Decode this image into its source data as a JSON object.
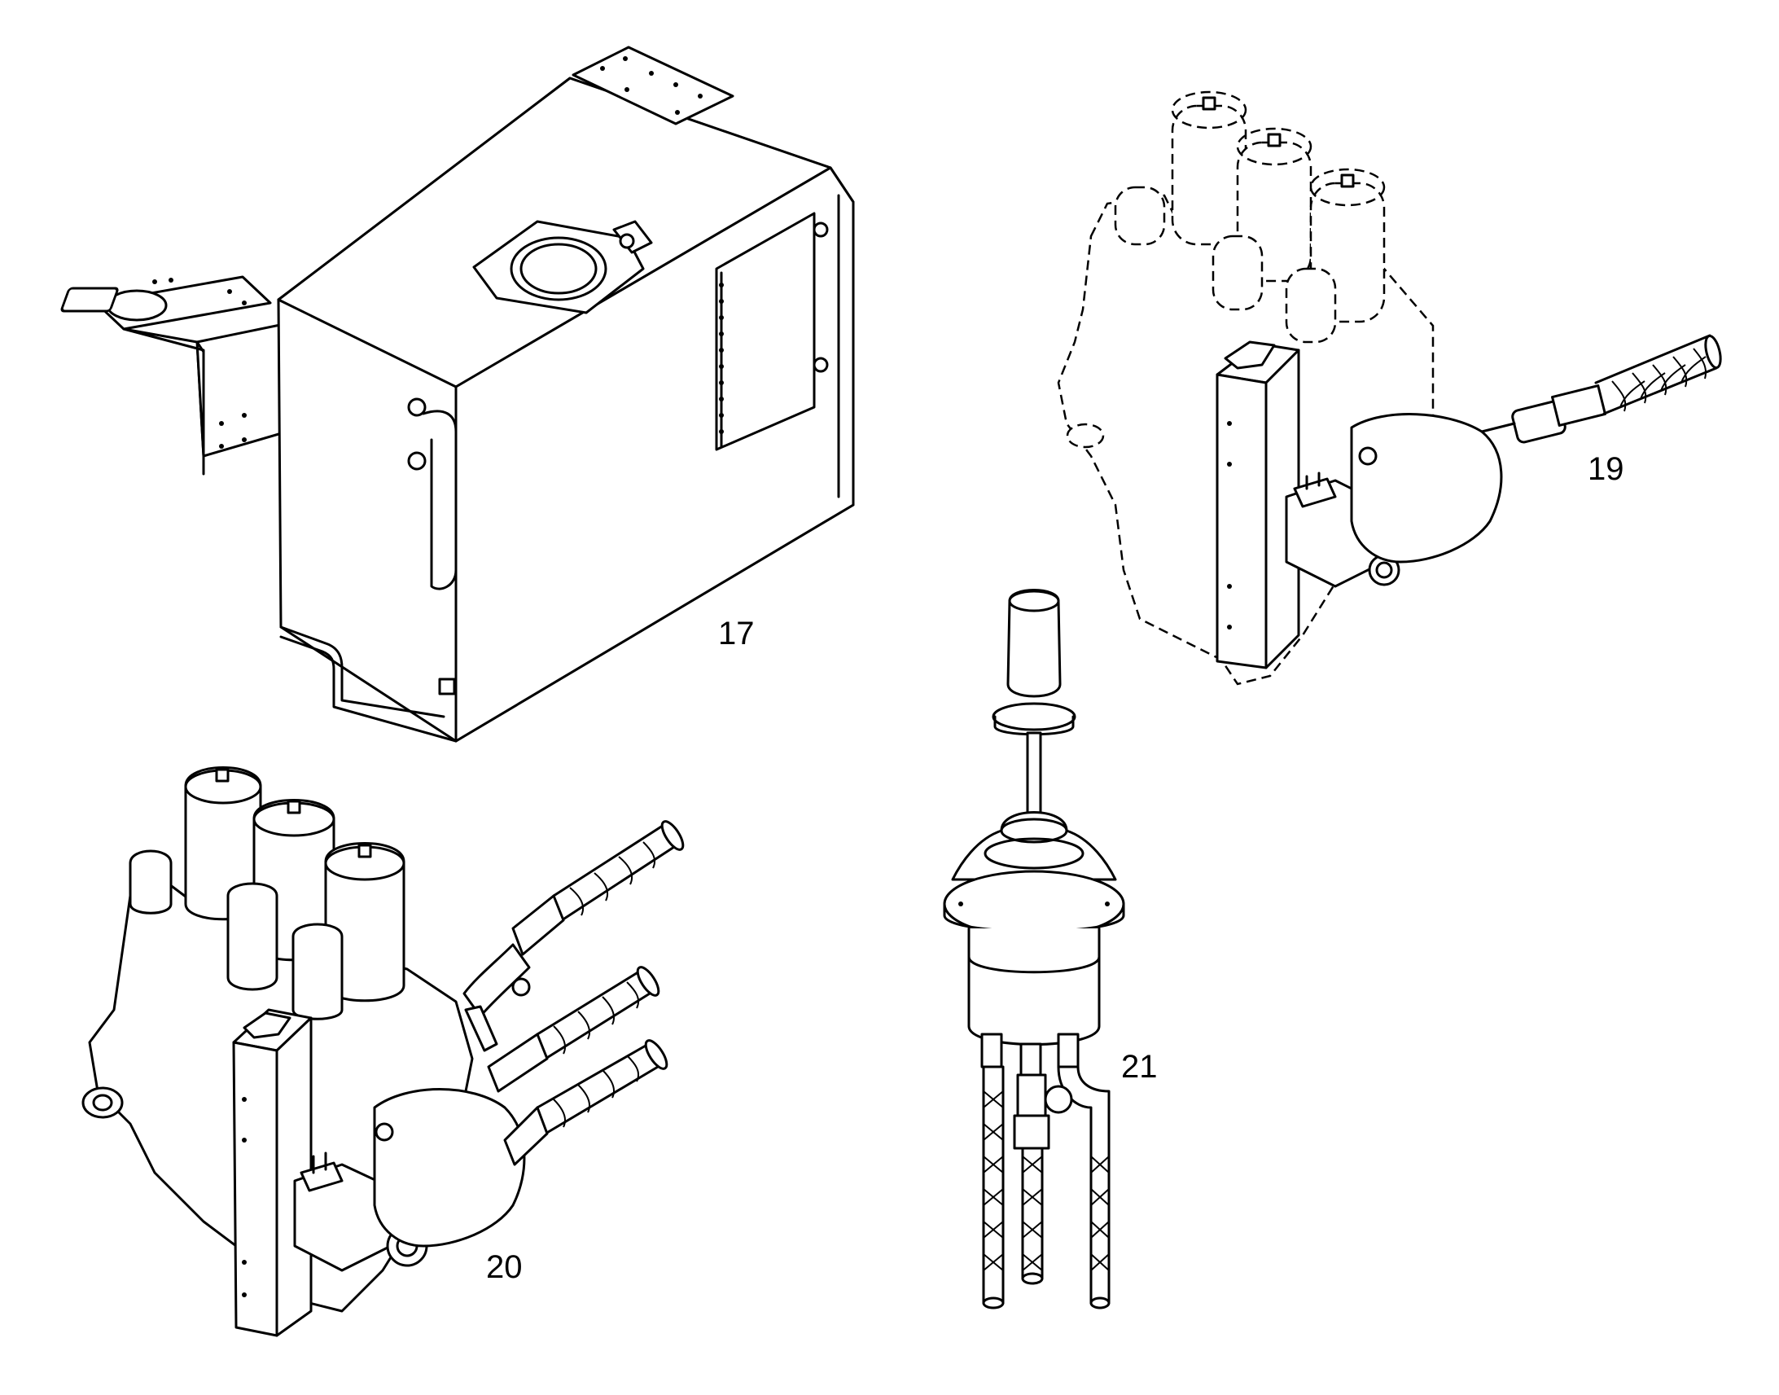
{
  "callouts": {
    "part_17": "17",
    "part_19": "19",
    "part_20": "20",
    "part_21": "21"
  },
  "icons": [
    "hydraulic-tank-icon",
    "control-valve-block-icon",
    "control-valve-block-icon",
    "joystick-control-icon"
  ],
  "colors": {
    "line": "#000000",
    "background": "#ffffff"
  }
}
